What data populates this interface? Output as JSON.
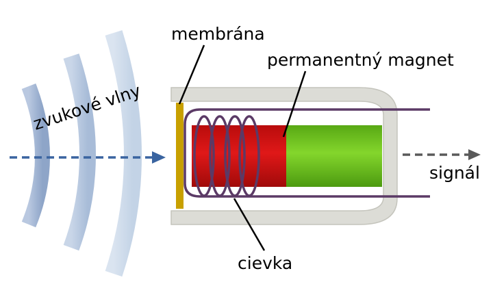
{
  "labels": {
    "sound_waves": "zvukové vlny",
    "membrane": "membrána",
    "permanent_magnet": "permanentný magnet",
    "coil": "cievka",
    "signal": "signál"
  },
  "colors": {
    "wave": "#a9bedb",
    "arrow_in": "#3a64a0",
    "arrow_out": "#5a5a5a",
    "housing_fill": "#dcdcd6",
    "housing_stroke": "#c4c4bc",
    "membrane": "#c8a000",
    "magnet_red": "#cc1010",
    "magnet_green": "#6ec21e",
    "coil_wire": "#5b3a66"
  }
}
